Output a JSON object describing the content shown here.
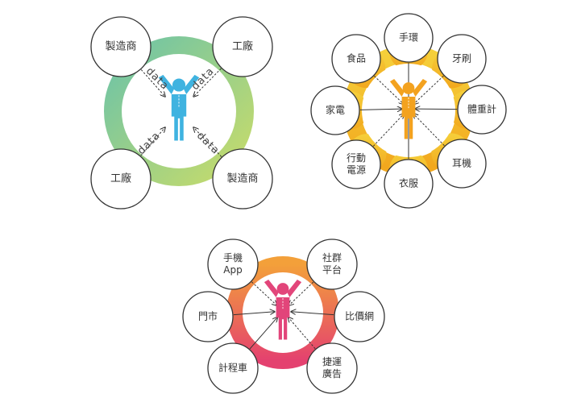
{
  "diagrams": [
    {
      "id": "top-left",
      "ring_colors": [
        "#6cc3a8",
        "#c8dc6a"
      ],
      "figure_color": "#3fb3e0",
      "nodes": [
        {
          "label": [
            "製造商"
          ]
        },
        {
          "label": [
            "工廠"
          ]
        },
        {
          "label": [
            "工廠"
          ]
        },
        {
          "label": [
            "製造商"
          ]
        }
      ],
      "data_labels": [
        "data",
        "data",
        "data",
        "data"
      ]
    },
    {
      "id": "top-right",
      "ring_colors": [
        "#f5cf3a",
        "#f2a81e"
      ],
      "figure_color": "#f3a21f",
      "nodes": [
        {
          "label": [
            "手環"
          ]
        },
        {
          "label": [
            "牙刷"
          ]
        },
        {
          "label": [
            "體重計"
          ]
        },
        {
          "label": [
            "耳機"
          ]
        },
        {
          "label": [
            "衣服"
          ]
        },
        {
          "label": [
            "行動",
            "電源"
          ]
        },
        {
          "label": [
            "家電"
          ]
        },
        {
          "label": [
            "食品"
          ]
        }
      ]
    },
    {
      "id": "bottom",
      "ring_colors": [
        "#f3a03a",
        "#e4416f"
      ],
      "figure_color": "#e2457a",
      "nodes": [
        {
          "label": [
            "手機",
            "App"
          ]
        },
        {
          "label": [
            "社群",
            "平台"
          ]
        },
        {
          "label": [
            "門市"
          ]
        },
        {
          "label": [
            "比價網"
          ]
        },
        {
          "label": [
            "計程車"
          ]
        },
        {
          "label": [
            "捷運",
            "廣告"
          ]
        }
      ]
    }
  ]
}
